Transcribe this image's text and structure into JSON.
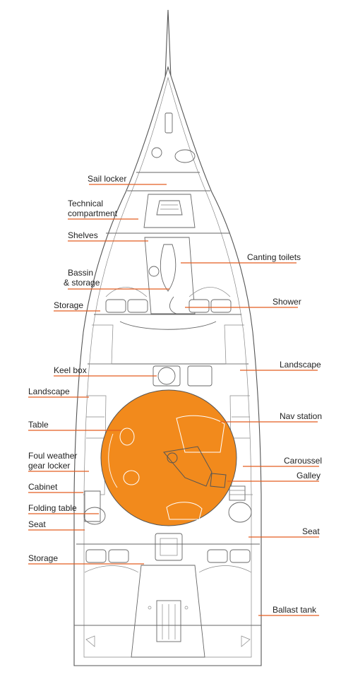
{
  "labels": {
    "sail_locker": "Sail locker",
    "technical_1": "Technical",
    "technical_2": "compartment",
    "shelves": "Shelves",
    "canting_toilets": "Canting toilets",
    "bassin_1": "Bassin",
    "bassin_2": "& storage",
    "storage_fwd": "Storage",
    "shower": "Shower",
    "keel_box": "Keel box",
    "landscape_right": "Landscape",
    "landscape_left": "Landscape",
    "nav_station": "Nav station",
    "table": "Table",
    "foul_1": "Foul weather",
    "foul_2": "gear locker",
    "caroussel": "Caroussel",
    "galley": "Galley",
    "cabinet": "Cabinet",
    "folding_table": "Folding table",
    "seat_left": "Seat",
    "seat_right": "Seat",
    "storage_aft": "Storage",
    "ballast_tank": "Ballast tank"
  },
  "colors": {
    "accent": "#f28a1c",
    "leader": "#e35d20",
    "outline": "#555555"
  }
}
